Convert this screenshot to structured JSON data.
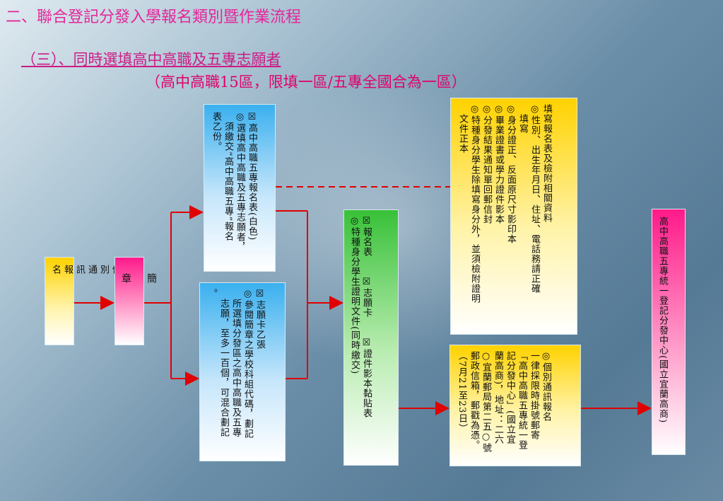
{
  "titles": {
    "main": "二、聯合登記分發入學報名類別暨作業流程",
    "section": "（三）、同時選填高中高職及五專志願者",
    "note": "（高中高職15區，限填一區/五專全國合為一區）"
  },
  "boxes": {
    "personal": "個\n別\n通\n訊\n報\n名",
    "brochure": "簡\n　\n章",
    "form1": "☒高中高職五專報名表(白色)\n◎選填高中高職及五專志願者，\n　須繳交“高中高職五專”報名\n表乙份。",
    "form2": "☒志願卡乙張\n◎參閱簡章之學校科組代碼，劃記\n　所選填分發區之高中高職及五專\n　志願，至多一百個，可混合劃記\n。",
    "docs": "☒報名表　　☒志願卡　　☒證件影本黏貼表\n◎特種身分學生證明文件(同時繳交)",
    "fill": "填寫報名表及檢附相關資料\n◎性別、出生年月日、住址、電話務請正確\n　填寫\n◎身分證正、反面原尺寸影印本\n◎畢業證書或學力證件影本\n◎分發結果通知單回郵信封\n◎特種身分學生除填寫身分外，並須檢附證明\n　文件正本",
    "mail": "◎個別通訊報名\n一律採限時掛號郵寄\n「高中高職五專統一登\n記分發中心」(國立宜\n蘭高商)，地址：二六\n○宜蘭郵局第二五○號\n郵政信箱，郵戳為憑。\n（7月21至23日）",
    "center": "高中高職五專統一登記分發中心(國立宜蘭高商)"
  },
  "colors": {
    "title": "#e4269a",
    "arrow": "#e00000",
    "yellow": "#ffd200",
    "pink": "#ff1a8a",
    "blue": "#3ab0ef",
    "green": "#38c138"
  }
}
